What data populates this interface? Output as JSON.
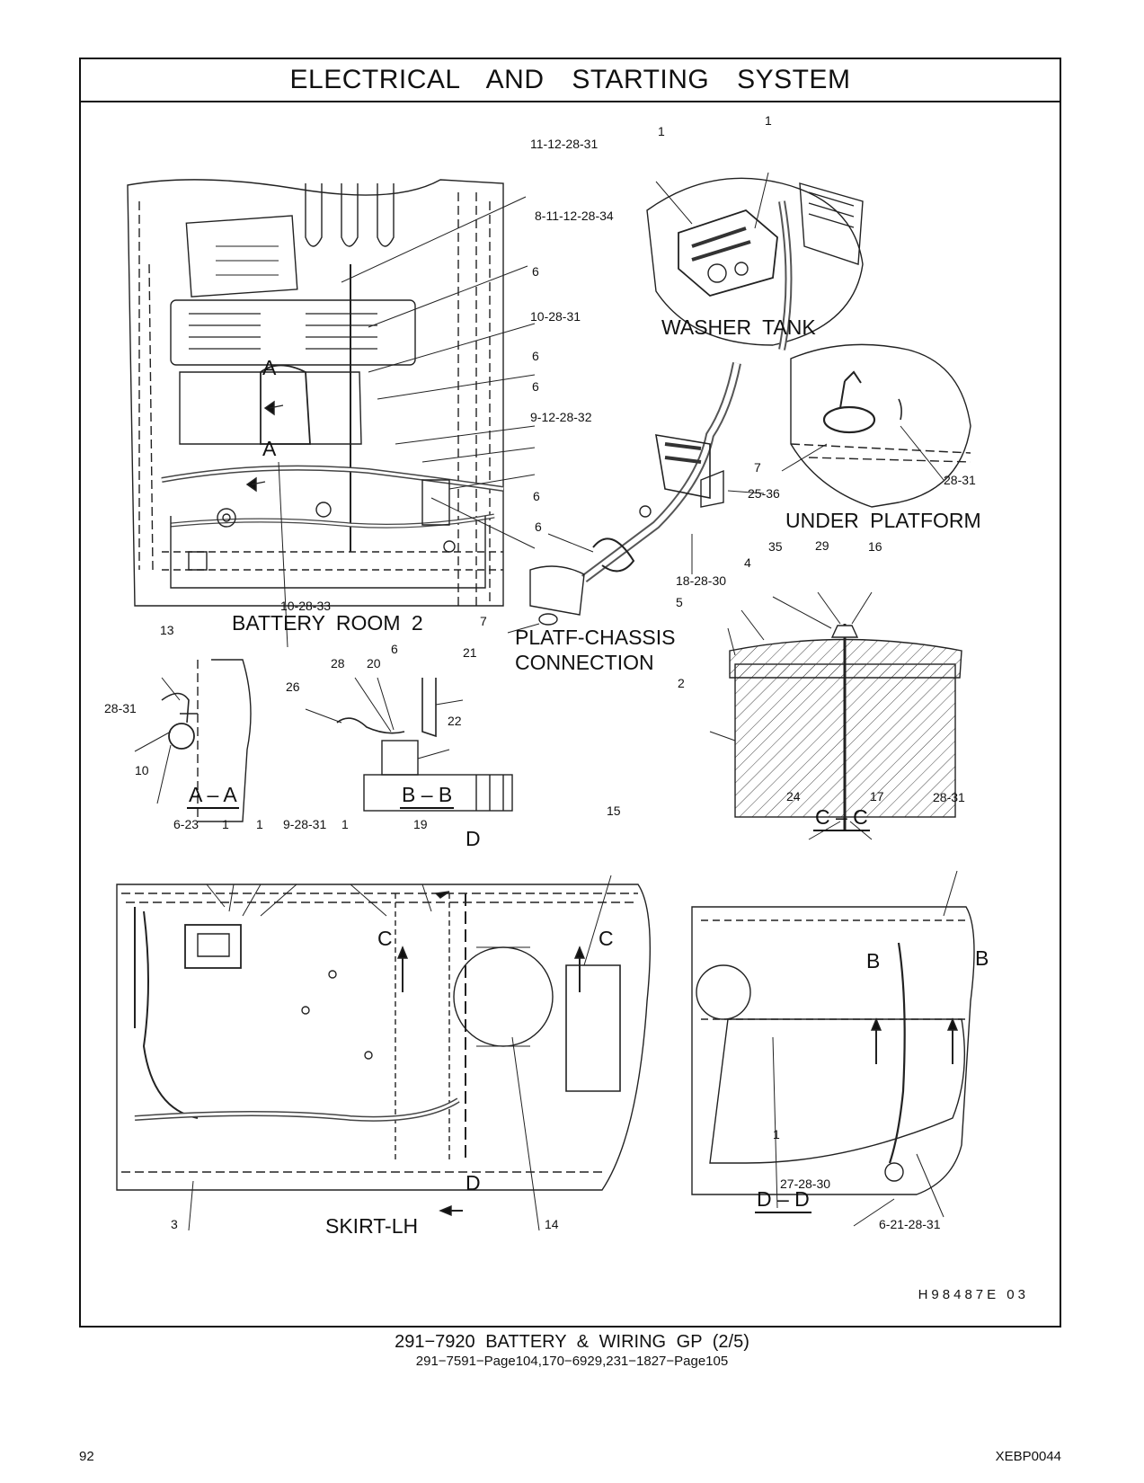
{
  "title": "ELECTRICAL AND STARTING SYSTEM",
  "views": {
    "battery_room_2": "BATTERY ROOM 2",
    "washer_tank": "WASHER TANK",
    "under_platform": "UNDER PLATFORM",
    "platf_chassis_1": "PLATF-CHASSIS",
    "platf_chassis_2": "CONNECTION",
    "skirt_lh": "SKIRT-LH"
  },
  "sections": {
    "aa": "A – A",
    "bb": "B – B",
    "cc": "C – C",
    "dd": "D – D"
  },
  "section_markers": {
    "A": "A",
    "B": "B",
    "C": "C",
    "D": "D"
  },
  "callouts": {
    "br_1": "11-12-28-31",
    "br_2": "8-11-12-28-34",
    "br_3": "6",
    "br_4": "10-28-31",
    "br_5": "6",
    "br_6": "6",
    "br_7": "9-12-28-32",
    "br_8": "6",
    "br_9": "10-28-33",
    "wt_1": "1",
    "wt_2": "1",
    "up_7": "7",
    "up_28": "28-31",
    "pc_25": "25-36",
    "pc_6": "6",
    "pc_18": "18-28-30",
    "pc_7": "7",
    "aa_13": "13",
    "aa_28": "28-31",
    "aa_10": "10",
    "bb_6": "6",
    "bb_21": "21",
    "bb_28": "28",
    "bb_20": "20",
    "bb_26": "26",
    "bb_22": "22",
    "cc_35": "35",
    "cc_29": "29",
    "cc_16": "16",
    "cc_4": "4",
    "cc_5": "5",
    "cc_2": "2",
    "cc_24": "24",
    "cc_17": "17",
    "sk_623": "6-23",
    "sk_1a": "1",
    "sk_1b": "1",
    "sk_9": "9-28-31",
    "sk_1c": "1",
    "sk_19": "19",
    "sk_15": "15",
    "sk_3": "3",
    "sk_14": "14",
    "dd_28": "28-31",
    "dd_1": "1",
    "dd_27": "27-28-30",
    "dd_6": "6-21-28-31"
  },
  "drawing_number": "H98487E  03",
  "caption": {
    "main": "291−7920  BATTERY & WIRING GP (2/5)",
    "sub": "291−7591−Page104,170−6929,231−1827−Page105"
  },
  "footer": {
    "page_number": "92",
    "document_code": "XEBP0044"
  }
}
